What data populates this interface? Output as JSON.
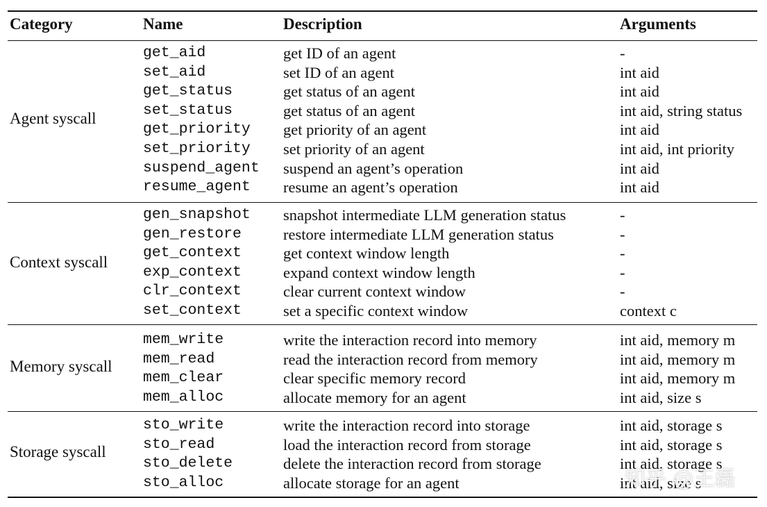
{
  "headers": {
    "category": "Category",
    "name": "Name",
    "description": "Description",
    "arguments": "Arguments"
  },
  "groups": [
    {
      "category": "Agent syscall",
      "rows": [
        {
          "name": "get_aid",
          "description": "get ID of an agent",
          "arguments": "-"
        },
        {
          "name": "set_aid",
          "description": "set ID of an agent",
          "arguments": "int aid"
        },
        {
          "name": "get_status",
          "description": "get status of an agent",
          "arguments": "int aid"
        },
        {
          "name": "set_status",
          "description": "get status of an agent",
          "arguments": "int aid, string status"
        },
        {
          "name": "get_priority",
          "description": "get priority of an agent",
          "arguments": "int aid"
        },
        {
          "name": "set_priority",
          "description": "set priority of an agent",
          "arguments": "int aid, int priority"
        },
        {
          "name": "suspend_agent",
          "description": "suspend an agent’s operation",
          "arguments": "int aid"
        },
        {
          "name": "resume_agent",
          "description": "resume an agent’s operation",
          "arguments": "int aid"
        }
      ]
    },
    {
      "category": "Context syscall",
      "rows": [
        {
          "name": "gen_snapshot",
          "description": "snapshot intermediate LLM generation status",
          "arguments": "-"
        },
        {
          "name": "gen_restore",
          "description": "restore intermediate LLM generation status",
          "arguments": "-"
        },
        {
          "name": "get_context",
          "description": "get context window length",
          "arguments": "-"
        },
        {
          "name": "exp_context",
          "description": "expand context window length",
          "arguments": "-"
        },
        {
          "name": "clr_context",
          "description": "clear current context window",
          "arguments": "-"
        },
        {
          "name": "set_context",
          "description": "set a specific context window",
          "arguments": "context c"
        }
      ]
    },
    {
      "category": "Memory syscall",
      "rows": [
        {
          "name": "mem_write",
          "description": "write the interaction record into memory",
          "arguments": "int aid, memory m"
        },
        {
          "name": "mem_read",
          "description": "read the interaction record from memory",
          "arguments": "int aid, memory m"
        },
        {
          "name": "mem_clear",
          "description": "clear specific memory record",
          "arguments": "int aid, memory m"
        },
        {
          "name": "mem_alloc",
          "description": "allocate memory for an agent",
          "arguments": "int aid, size s"
        }
      ]
    },
    {
      "category": "Storage syscall",
      "rows": [
        {
          "name": "sto_write",
          "description": "write the interaction record into storage",
          "arguments": "int aid, storage s"
        },
        {
          "name": "sto_read",
          "description": "load the interaction record from storage",
          "arguments": "int aid, storage s"
        },
        {
          "name": "sto_delete",
          "description": "delete the interaction record from storage",
          "arguments": "int aid, storage s"
        },
        {
          "name": "sto_alloc",
          "description": "allocate storage for an agent",
          "arguments": "int aid, size s"
        }
      ]
    }
  ],
  "watermark": "知乎 @王磊"
}
